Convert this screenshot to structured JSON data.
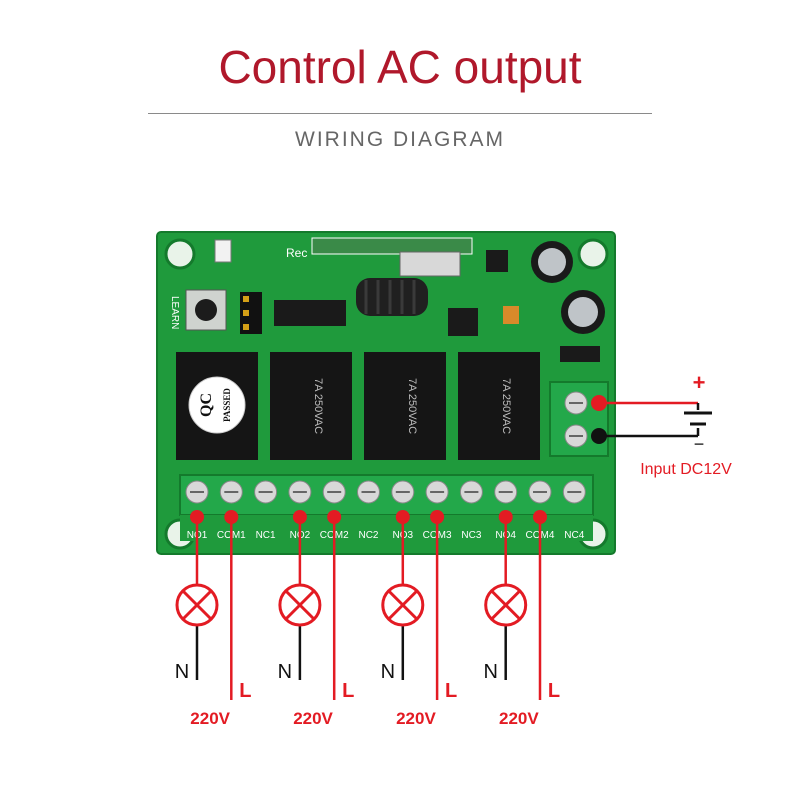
{
  "header": {
    "title": "Control AC output",
    "subtitle": "WIRING DIAGRAM"
  },
  "board": {
    "learn_label": "LEARN",
    "rec_label": "Rec",
    "qc_text": "QC",
    "qc_passed": "PASSED",
    "relay_label": "7A 250VAC",
    "terminals": [
      "NO1",
      "COM1",
      "NC1",
      "NO2",
      "COM2",
      "NC2",
      "NO3",
      "COM3",
      "NC3",
      "NO4",
      "COM4",
      "NC4"
    ]
  },
  "power": {
    "plus": "+",
    "minus": "−",
    "input_label": "Input DC12V"
  },
  "loads": [
    {
      "n_label": "N",
      "l_label": "L",
      "voltage": "220V"
    },
    {
      "n_label": "N",
      "l_label": "L",
      "voltage": "220V"
    },
    {
      "n_label": "N",
      "l_label": "L",
      "voltage": "220V"
    },
    {
      "n_label": "N",
      "l_label": "L",
      "voltage": "220V"
    }
  ],
  "colors": {
    "title": "#b0182b",
    "board": "#1f9a3c",
    "wire_red": "#e31b23",
    "wire_black": "#111111"
  }
}
